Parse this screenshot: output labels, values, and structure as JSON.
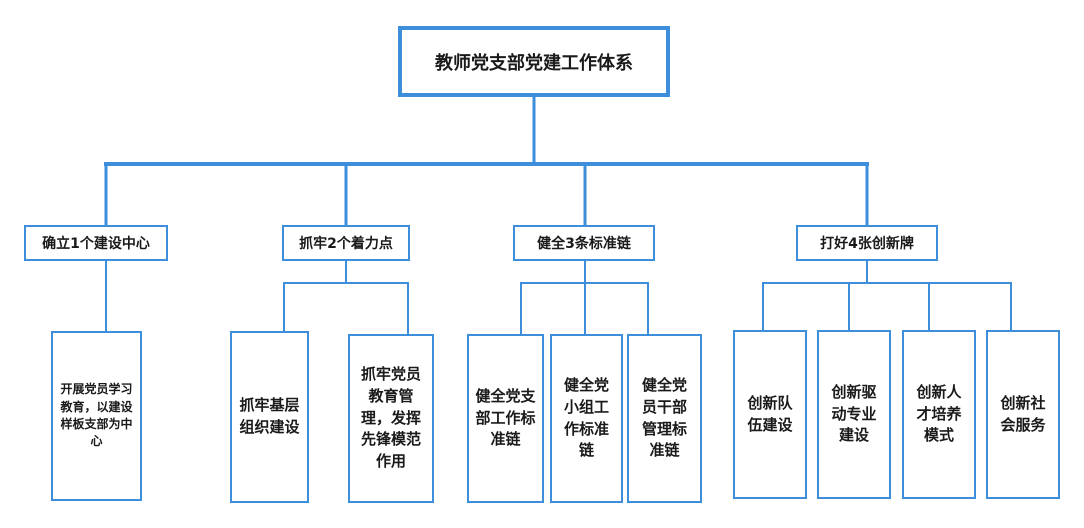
{
  "root": {
    "title": "教师党支部党建工作体系"
  },
  "branches": [
    {
      "label": "确立1个建设中心",
      "items": [
        "开展党员学习教育，以建设样板支部为中心"
      ]
    },
    {
      "label": "抓牢2个着力点",
      "items": [
        "抓牢基层组织建设",
        "抓牢党员教育管理，发挥先锋模范作用"
      ]
    },
    {
      "label": "健全3条标准链",
      "items": [
        "健全党支部工作标准链",
        "健全党小组工作标准链",
        "健全党员干部管理标准链"
      ]
    },
    {
      "label": "打好4张创新牌",
      "items": [
        "创新队伍建设",
        "创新驱动专业建设",
        "创新人才培养模式",
        "创新社会服务"
      ]
    }
  ],
  "colors": {
    "line": "#3d8fdc",
    "border": "#3d8fdc"
  }
}
